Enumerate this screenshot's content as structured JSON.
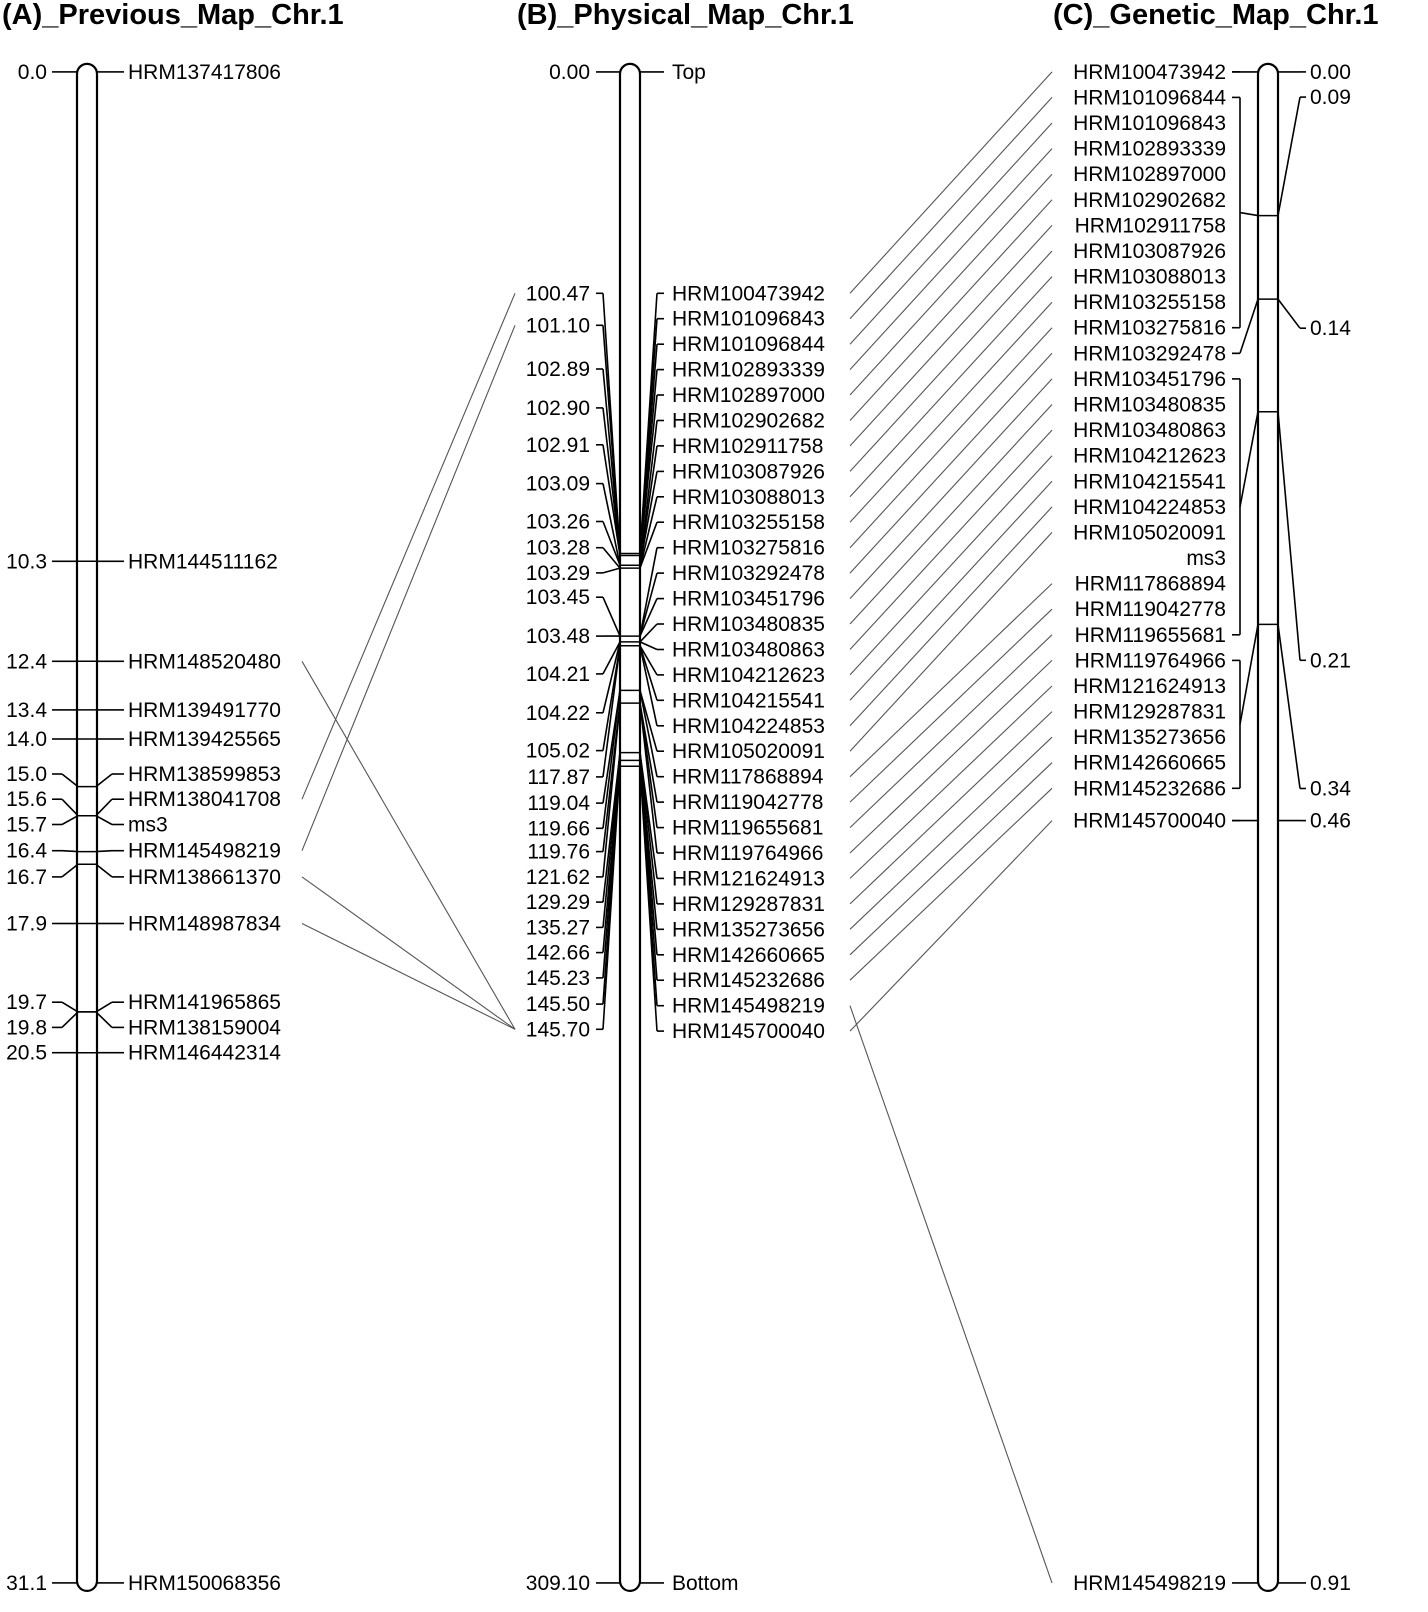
{
  "titles": {
    "a": "(A)_Previous_Map_Chr.1",
    "b": "(B)_Physical_Map_Chr.1",
    "c": "(C)_Genetic_Map_Chr.1"
  },
  "map_a": {
    "markers": [
      {
        "pos": "0.0",
        "name": "HRM137417806"
      },
      {
        "pos": "10.3",
        "name": "HRM144511162"
      },
      {
        "pos": "12.4",
        "name": "HRM148520480"
      },
      {
        "pos": "13.4",
        "name": "HRM139491770"
      },
      {
        "pos": "14.0",
        "name": "HRM139425565"
      },
      {
        "pos": "15.0",
        "name": "HRM138599853"
      },
      {
        "pos": "15.6",
        "name": "HRM138041708"
      },
      {
        "pos": "15.7",
        "name": "ms3"
      },
      {
        "pos": "16.4",
        "name": "HRM145498219"
      },
      {
        "pos": "16.7",
        "name": "HRM138661370"
      },
      {
        "pos": "17.9",
        "name": "HRM148987834"
      },
      {
        "pos": "19.7",
        "name": "HRM141965865"
      },
      {
        "pos": "19.8",
        "name": "HRM138159004"
      },
      {
        "pos": "20.5",
        "name": "HRM146442314"
      },
      {
        "pos": "31.1",
        "name": "HRM150068356"
      }
    ]
  },
  "map_b": {
    "top": {
      "pos": "0.00",
      "name": "Top"
    },
    "bottom": {
      "pos": "309.10",
      "name": "Bottom"
    },
    "positions": [
      "100.47",
      "101.10",
      "102.89",
      "102.90",
      "102.91",
      "103.09",
      "103.26",
      "103.28",
      "103.29",
      "103.45",
      "103.48",
      "104.21",
      "104.22",
      "105.02",
      "117.87",
      "119.04",
      "119.66",
      "119.76",
      "121.62",
      "129.29",
      "135.27",
      "142.66",
      "145.23",
      "145.50",
      "145.70"
    ],
    "markers": [
      "HRM100473942",
      "HRM101096843",
      "HRM101096844",
      "HRM102893339",
      "HRM102897000",
      "HRM102902682",
      "HRM102911758",
      "HRM103087926",
      "HRM103088013",
      "HRM103255158",
      "HRM103275816",
      "HRM103292478",
      "HRM103451796",
      "HRM103480835",
      "HRM103480863",
      "HRM104212623",
      "HRM104215541",
      "HRM104224853",
      "HRM105020091",
      "HRM117868894",
      "HRM119042778",
      "HRM119655681",
      "HRM119764966",
      "HRM121624913",
      "HRM129287831",
      "HRM135273656",
      "HRM142660665",
      "HRM145232686",
      "HRM145498219",
      "HRM145700040"
    ]
  },
  "map_c": {
    "markers": [
      "HRM100473942",
      "HRM101096844",
      "HRM101096843",
      "HRM102893339",
      "HRM102897000",
      "HRM102902682",
      "HRM102911758",
      "HRM103087926",
      "HRM103088013",
      "HRM103255158",
      "HRM103275816",
      "HRM103292478",
      "HRM103451796",
      "HRM103480835",
      "HRM103480863",
      "HRM104212623",
      "HRM104215541",
      "HRM104224853",
      "HRM105020091",
      "ms3",
      "HRM117868894",
      "HRM119042778",
      "HRM119655681",
      "HRM119764966",
      "HRM121624913",
      "HRM129287831",
      "HRM135273656",
      "HRM142660665",
      "HRM145232686",
      "HRM145700040"
    ],
    "positions": [
      "0.00",
      "0.09",
      "0.14",
      "0.21",
      "0.34",
      "0.46"
    ],
    "bottom": {
      "pos": "0.91",
      "name": "HRM145498219"
    }
  }
}
